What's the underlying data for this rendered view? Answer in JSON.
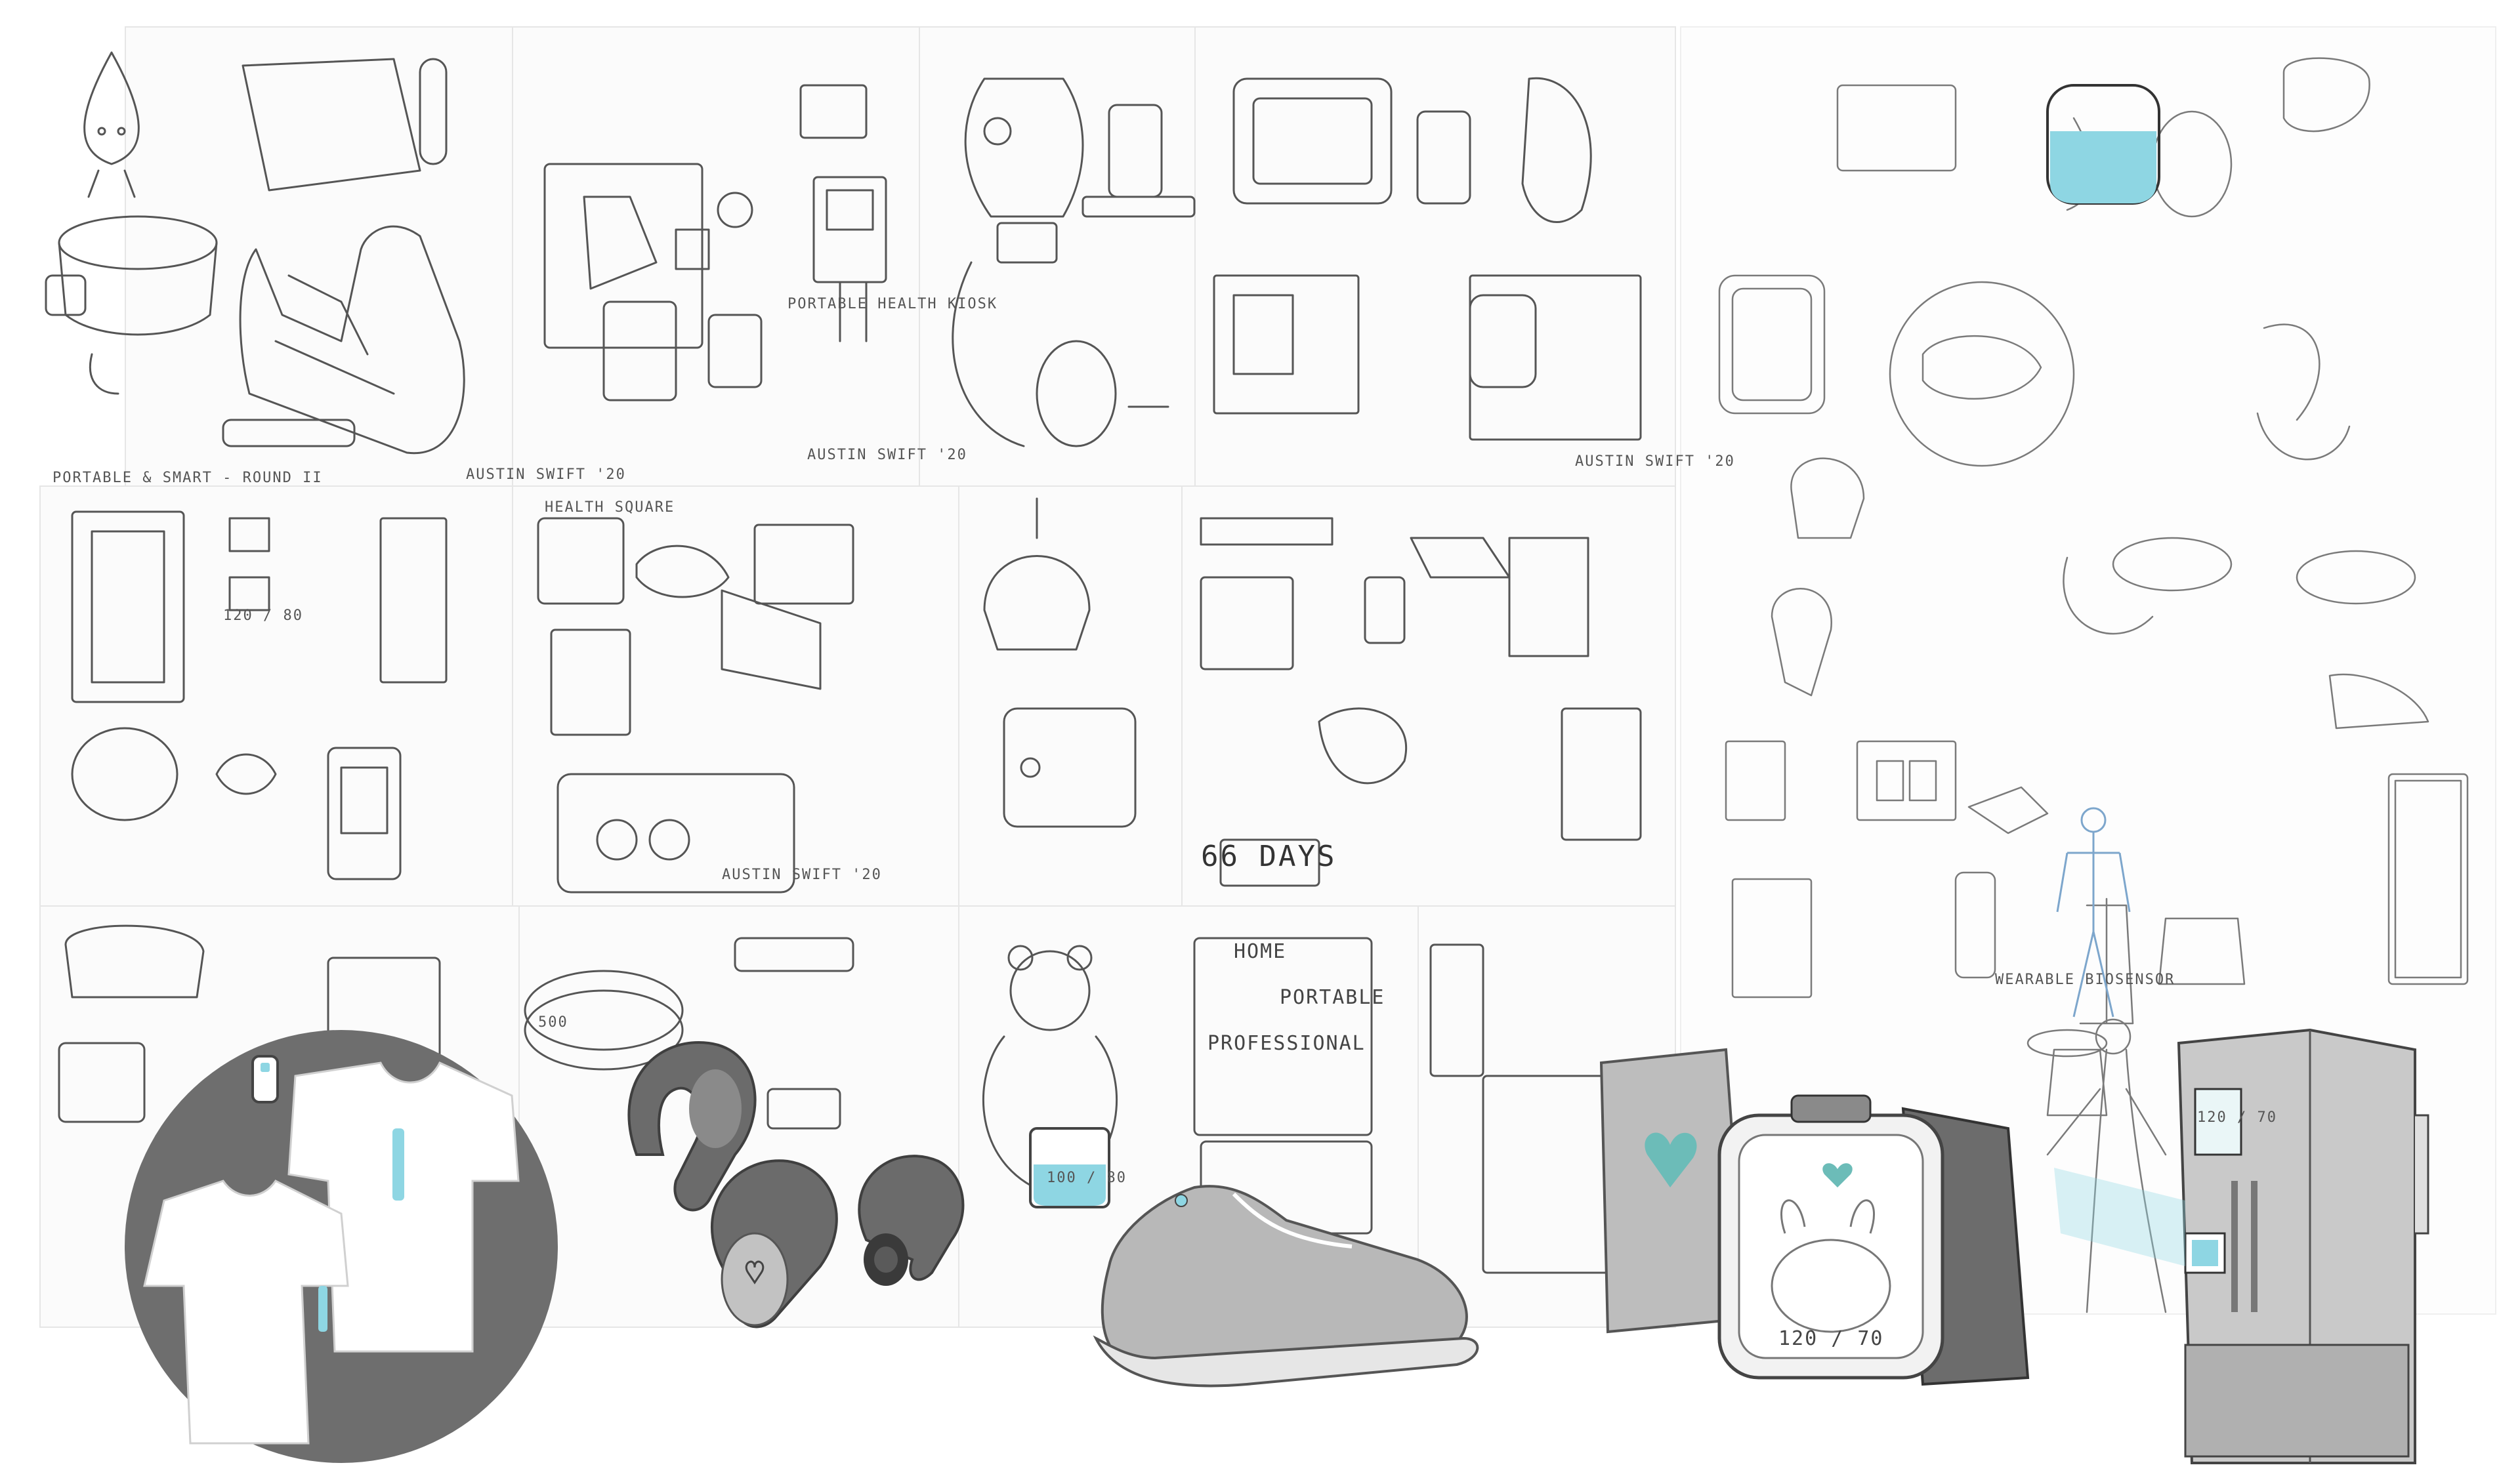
{
  "sheet_signature": "AUSTIN SWIFT '20",
  "labels": {
    "portable_health_kiosk": "PORTABLE HEALTH KIOSK",
    "health_square": "HEALTH SQUARE",
    "home": "HOME",
    "portable": "PORTABLE",
    "professional": "PROFESSIONAL",
    "wearable_biosensor": "WEARABLE BIOSENSOR",
    "days": "66 DAYS",
    "watch_reading": "120 / 70",
    "fridge_reading": "120 / 70",
    "kiosk_reading": "120 / 80",
    "bag_reading": "100 / 80",
    "collar_reading": "500",
    "section_title": "PORTABLE & SMART - ROUND II"
  },
  "colors": {
    "accent_blue": "#8ed6e3",
    "teal_heart": "#6cbcb8",
    "dark_gray": "#5c5c5c",
    "circle_gray": "#6e6e6e"
  }
}
